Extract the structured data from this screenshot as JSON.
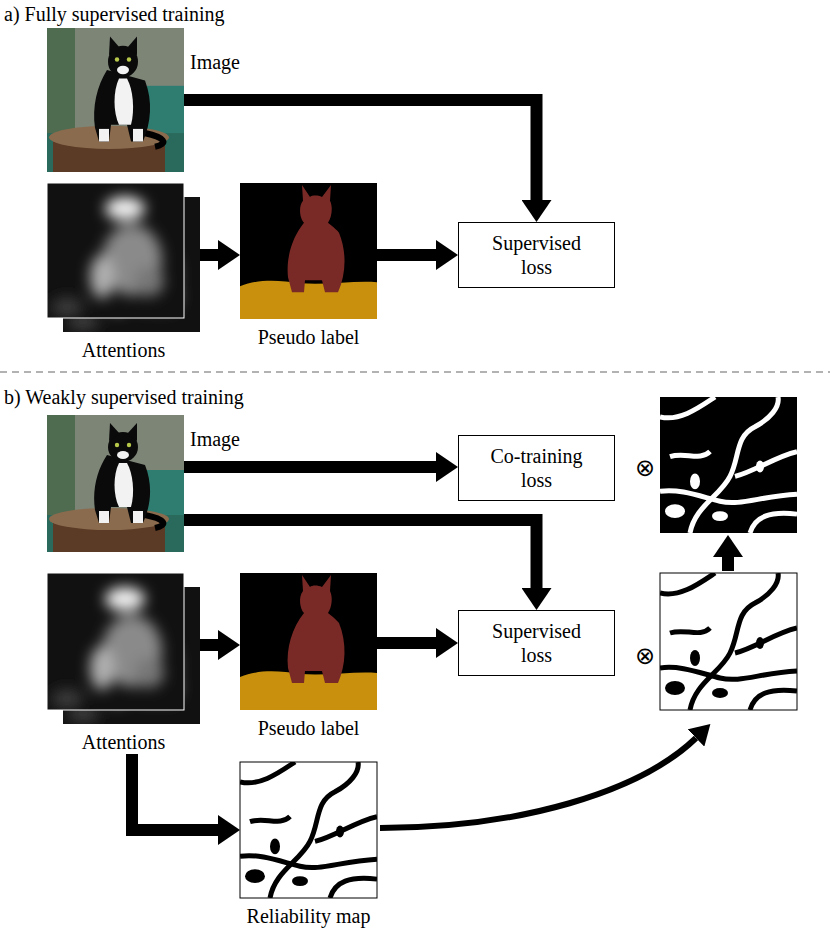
{
  "diagram": {
    "nodes": [
      {
        "text": [
          "Image"
        ]
      },
      {
        "text": [
          "Attentions"
        ]
      },
      {
        "text": [
          "Pseudo label"
        ]
      },
      {
        "text": [
          "Supervised loss"
        ]
      },
      {
        "text": [
          "Image"
        ]
      },
      {
        "text": [
          "Co-training loss"
        ]
      },
      {
        "text": [
          "Supervised loss"
        ]
      },
      {
        "text": [
          "Attentions"
        ]
      },
      {
        "text": [
          "Pseudo label"
        ]
      },
      {
        "text": [
          "Reliability map"
        ]
      }
    ],
    "edges": [
      {
        "from": 0,
        "to": 3,
        "arrow": "to"
      },
      {
        "from": 1,
        "to": 2,
        "arrow": "to"
      },
      {
        "from": 2,
        "to": 3,
        "arrow": "to"
      },
      {
        "from": 4,
        "to": 5,
        "arrow": "to"
      },
      {
        "from": 4,
        "to": 6,
        "arrow": "to"
      },
      {
        "from": 7,
        "to": 8,
        "arrow": "to"
      },
      {
        "from": 8,
        "to": 6,
        "arrow": "to"
      },
      {
        "from": 7,
        "to": 9,
        "arrow": "to"
      }
    ],
    "labels": [
      "a) Fully supervised training",
      "b) Weakly supervised training",
      "⊗",
      "⊗"
    ]
  }
}
